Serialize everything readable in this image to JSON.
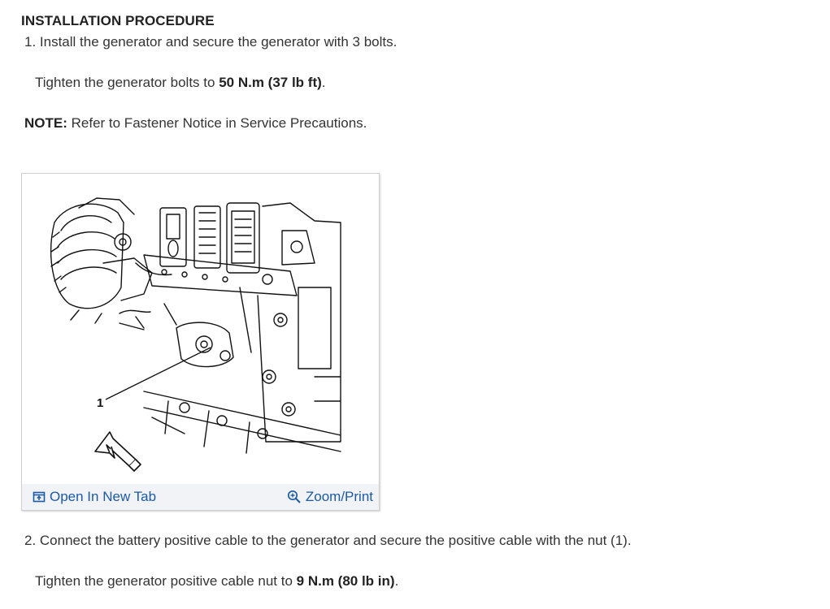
{
  "section_title": "INSTALLATION PROCEDURE",
  "step1": {
    "text": "1. Install the generator and secure the generator with 3 bolts."
  },
  "spec1": {
    "prefix": "Tighten the generator bolts to ",
    "value": "50 N.m (37 lb ft)",
    "suffix": "."
  },
  "note": {
    "label": "NOTE:",
    "text": " Refer to Fastener Notice in Service Precautions."
  },
  "figure": {
    "callout": "1",
    "open_link_label": "Open In New Tab",
    "zoom_link_label": "Zoom/Print",
    "link_color": "#1c5aa6",
    "open_icon": "open-in-new-tab-icon",
    "zoom_icon": "magnifier-plus-icon"
  },
  "step2": {
    "text": "2. Connect the battery positive cable to the generator and secure the positive cable with the nut (1)."
  },
  "spec2": {
    "prefix": "Tighten the generator positive cable nut to ",
    "value": "9 N.m (80 lb in)",
    "suffix": "."
  }
}
